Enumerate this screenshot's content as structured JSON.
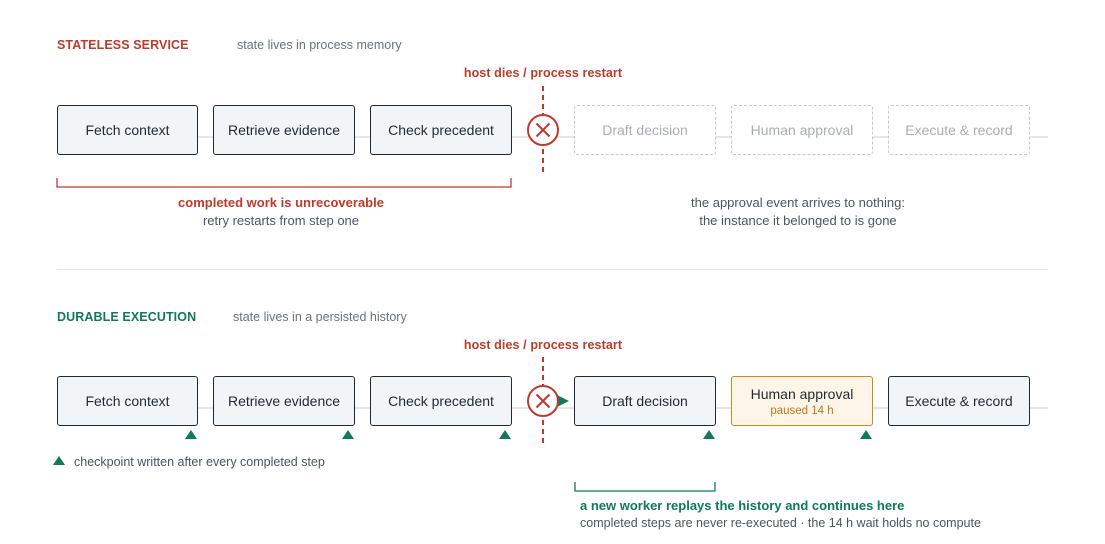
{
  "stateless": {
    "title": "STATELESS SERVICE",
    "subtitle": "state lives in process memory",
    "crash_label": "host dies / process restart",
    "steps": [
      "Fetch context",
      "Retrieve evidence",
      "Check precedent",
      "Draft decision",
      "Human approval",
      "Execute & record"
    ],
    "lost_note_title": "completed work is unrecoverable",
    "lost_note_sub": "retry restarts from step one",
    "approval_note_1": "the approval event arrives to nothing:",
    "approval_note_2": "the instance it belonged to is gone"
  },
  "durable": {
    "title": "DURABLE EXECUTION",
    "subtitle": "state lives in a persisted history",
    "crash_label": "host dies / process restart",
    "steps": [
      "Fetch context",
      "Retrieve evidence",
      "Check precedent",
      "Draft decision",
      "Human approval",
      "Execute & record"
    ],
    "paused_label": "paused 14 h",
    "checkpoint_legend": "checkpoint written after every completed step",
    "resume_title": "a new worker replays the history and continues here",
    "resume_sub": "completed steps are never re-executed · the 14 h wait holds no compute"
  },
  "colors": {
    "red": "#c0392b",
    "green": "#0f7a5a",
    "amber": "#c98a1c",
    "muted": "#a9aeb5"
  },
  "icons": [
    "crash-x-icon",
    "checkpoint-triangle-icon",
    "resume-arrow-icon"
  ]
}
